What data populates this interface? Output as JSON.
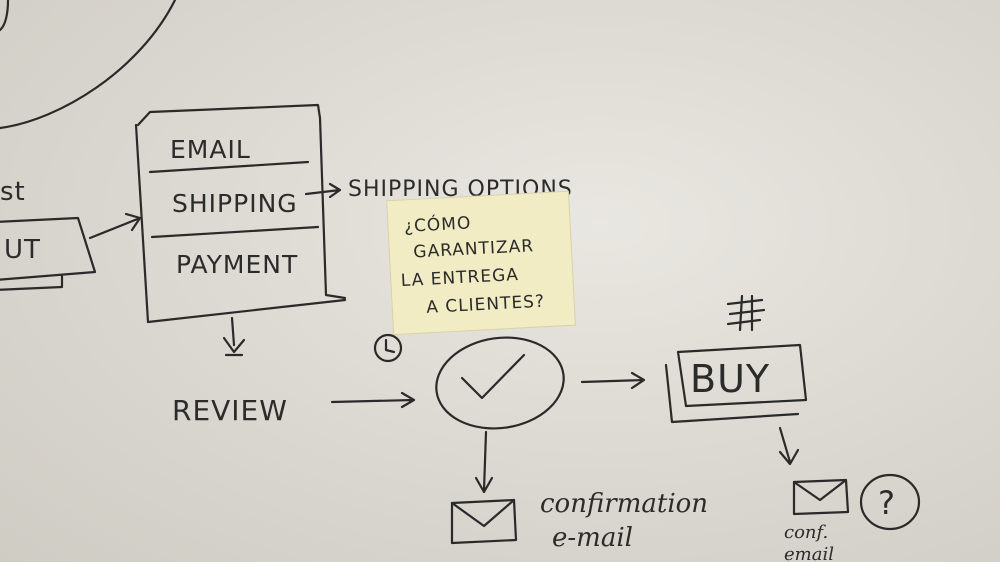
{
  "sketch": {
    "left_fragment_1": "st",
    "left_fragment_2": "UT",
    "form_rows": [
      "EMAIL",
      "SHIPPING",
      "PAYMENT"
    ],
    "shipping_options": "SHIPPING OPTIONS",
    "review": "REVIEW",
    "buy": "BUY",
    "confirmation_1": "confirmation",
    "confirmation_2": "e-mail",
    "conf_short_1": "conf.",
    "conf_short_2": "email",
    "question_mark": "?",
    "clock_icon": "clock-icon",
    "check_icon": "check-circle-icon",
    "envelope_icon": "envelope-icon"
  },
  "sticky_note": {
    "lines": [
      "¿CÓMO",
      "GARANTIZAR",
      "LA ENTREGA",
      "A CLIENTES?"
    ],
    "color": "#f1ecc3"
  }
}
